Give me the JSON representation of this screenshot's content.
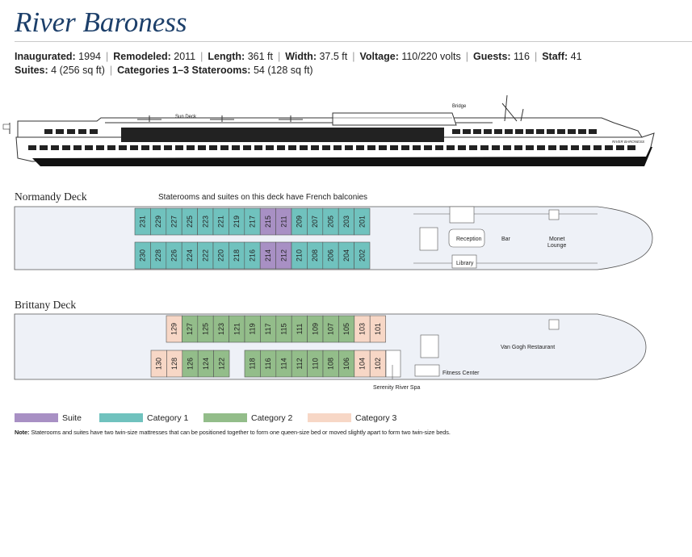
{
  "title": "River Baroness",
  "specs_line1": [
    {
      "label": "Inaugurated:",
      "value": "1994"
    },
    {
      "label": "Remodeled:",
      "value": "2011"
    },
    {
      "label": "Length:",
      "value": "361 ft"
    },
    {
      "label": "Width:",
      "value": "37.5 ft"
    },
    {
      "label": "Voltage:",
      "value": "110/220 volts"
    },
    {
      "label": "Guests:",
      "value": "116"
    },
    {
      "label": "Staff:",
      "value": "41"
    }
  ],
  "specs_line2": [
    {
      "label": "Suites:",
      "value": "4 (256 sq ft)"
    },
    {
      "label": "Categories 1–3 Staterooms:",
      "value": "54 (128 sq ft)"
    }
  ],
  "profile": {
    "sun_deck_label": "Sun Deck",
    "bridge_label": "Bridge",
    "ship_name_label": "RIVER BARONESS"
  },
  "colors": {
    "suite": "#a890c4",
    "category1": "#70c2be",
    "category2": "#93bd8a",
    "category3": "#f7d7c6",
    "deck_fill": "#eef1f7",
    "title": "#1c3f6a"
  },
  "normandy": {
    "name": "Normandy Deck",
    "balcony_note": "Staterooms and suites on this deck have French balconies",
    "top_row": [
      {
        "n": "231",
        "c": "category1"
      },
      {
        "n": "229",
        "c": "category1"
      },
      {
        "n": "227",
        "c": "category1"
      },
      {
        "n": "225",
        "c": "category1"
      },
      {
        "n": "223",
        "c": "category1"
      },
      {
        "n": "221",
        "c": "category1"
      },
      {
        "n": "219",
        "c": "category1"
      },
      {
        "n": "217",
        "c": "category1"
      },
      {
        "n": "215",
        "c": "suite"
      },
      {
        "n": "211",
        "c": "suite"
      },
      {
        "n": "209",
        "c": "category1"
      },
      {
        "n": "207",
        "c": "category1"
      },
      {
        "n": "205",
        "c": "category1"
      },
      {
        "n": "203",
        "c": "category1"
      },
      {
        "n": "201",
        "c": "category1"
      }
    ],
    "bottom_row": [
      {
        "n": "230",
        "c": "category1"
      },
      {
        "n": "228",
        "c": "category1"
      },
      {
        "n": "226",
        "c": "category1"
      },
      {
        "n": "224",
        "c": "category1"
      },
      {
        "n": "222",
        "c": "category1"
      },
      {
        "n": "220",
        "c": "category1"
      },
      {
        "n": "218",
        "c": "category1"
      },
      {
        "n": "216",
        "c": "category1"
      },
      {
        "n": "214",
        "c": "suite"
      },
      {
        "n": "212",
        "c": "suite"
      },
      {
        "n": "210",
        "c": "category1"
      },
      {
        "n": "208",
        "c": "category1"
      },
      {
        "n": "206",
        "c": "category1"
      },
      {
        "n": "204",
        "c": "category1"
      },
      {
        "n": "202",
        "c": "category1"
      }
    ],
    "reception_label": "Reception",
    "bar_label": "Bar",
    "library_label": "Library",
    "lounge_line1": "Monet",
    "lounge_line2": "Lounge"
  },
  "brittany": {
    "name": "Brittany Deck",
    "top_row": [
      {
        "n": "129",
        "c": "category3"
      },
      {
        "n": "127",
        "c": "category2"
      },
      {
        "n": "125",
        "c": "category2"
      },
      {
        "n": "123",
        "c": "category2"
      },
      {
        "n": "121",
        "c": "category2"
      },
      {
        "n": "119",
        "c": "category2"
      },
      {
        "n": "117",
        "c": "category2"
      },
      {
        "n": "115",
        "c": "category2"
      },
      {
        "n": "111",
        "c": "category2"
      },
      {
        "n": "109",
        "c": "category2"
      },
      {
        "n": "107",
        "c": "category2"
      },
      {
        "n": "105",
        "c": "category2"
      },
      {
        "n": "103",
        "c": "category3"
      },
      {
        "n": "101",
        "c": "category3"
      }
    ],
    "bottom_left": [
      {
        "n": "130",
        "c": "category3"
      },
      {
        "n": "128",
        "c": "category3"
      },
      {
        "n": "126",
        "c": "category2"
      },
      {
        "n": "124",
        "c": "category2"
      },
      {
        "n": "122",
        "c": "category2"
      }
    ],
    "bottom_right": [
      {
        "n": "118",
        "c": "category2"
      },
      {
        "n": "116",
        "c": "category2"
      },
      {
        "n": "114",
        "c": "category2"
      },
      {
        "n": "112",
        "c": "category2"
      },
      {
        "n": "110",
        "c": "category2"
      },
      {
        "n": "108",
        "c": "category2"
      },
      {
        "n": "106",
        "c": "category2"
      },
      {
        "n": "104",
        "c": "category3"
      },
      {
        "n": "102",
        "c": "category3"
      }
    ],
    "restaurant_label": "Van Gogh Restaurant",
    "fitness_label": "Fitness Center",
    "spa_label": "Serenity River Spa"
  },
  "legend": [
    {
      "label": "Suite",
      "c": "suite"
    },
    {
      "label": "Category 1",
      "c": "category1"
    },
    {
      "label": "Category 2",
      "c": "category2"
    },
    {
      "label": "Category 3",
      "c": "category3"
    }
  ],
  "footnote": {
    "lead": "Note:",
    "text": " Staterooms and suites have two twin-size mattresses that can be positioned together to form one queen-size bed or moved slightly apart to form two twin-size beds."
  }
}
